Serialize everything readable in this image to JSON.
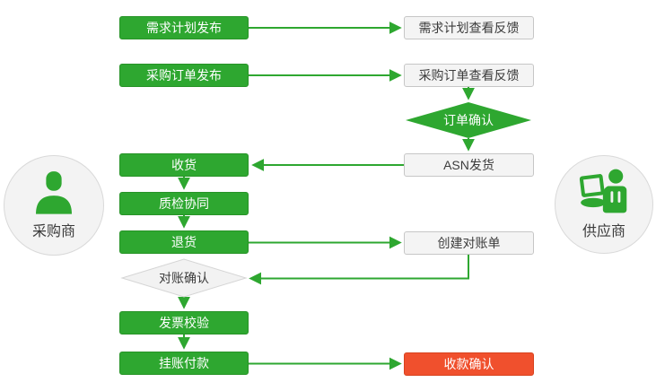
{
  "colors": {
    "green": "#2EA730",
    "red": "#F0502D"
  },
  "actors": {
    "buyer": {
      "label": "采购商"
    },
    "supplier": {
      "label": "供应商"
    }
  },
  "nodes": {
    "demand_publish": {
      "label": "需求计划发布"
    },
    "demand_feedback": {
      "label": "需求计划查看反馈"
    },
    "po_publish": {
      "label": "采购订单发布"
    },
    "po_feedback": {
      "label": "采购订单查看反馈"
    },
    "order_confirm": {
      "label": "订单确认"
    },
    "asn_ship": {
      "label": "ASN发货"
    },
    "receiving": {
      "label": "收货"
    },
    "quality_collab": {
      "label": "质检协同"
    },
    "return_goods": {
      "label": "退货"
    },
    "create_statement": {
      "label": "创建对账单"
    },
    "statement_confirm": {
      "label": "对账确认"
    },
    "invoice_check": {
      "label": "发票校验"
    },
    "payment": {
      "label": "挂账付款"
    },
    "receipt_confirm": {
      "label": "收款确认"
    }
  }
}
